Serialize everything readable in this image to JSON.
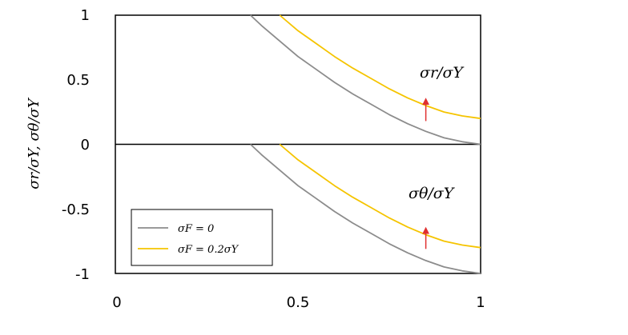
{
  "chart_data": {
    "type": "line",
    "xlim": [
      0,
      1
    ],
    "ylim": [
      -1,
      1
    ],
    "x_ticks": [
      "0",
      "0.5",
      "1"
    ],
    "y_ticks": [
      "1",
      "0.5",
      "0",
      "-0.5",
      "-1"
    ],
    "ylabel": "σr/σY, σθ/σY",
    "grid": false,
    "legend_position": "bottom-left",
    "colors": {
      "gray": "#8c8c8c",
      "yellow": "#f5c400",
      "arrow": "#e03030",
      "axis": "#000000"
    },
    "series": [
      {
        "name": "σF = 0",
        "color": "#8c8c8c",
        "group": "radial",
        "x": [
          0.37,
          0.4,
          0.45,
          0.5,
          0.55,
          0.6,
          0.65,
          0.7,
          0.75,
          0.8,
          0.85,
          0.9,
          0.95,
          1.0
        ],
        "y": [
          1.0,
          0.92,
          0.8,
          0.68,
          0.58,
          0.48,
          0.39,
          0.31,
          0.23,
          0.16,
          0.1,
          0.05,
          0.02,
          0.0
        ]
      },
      {
        "name": "σF = 0.2σY",
        "color": "#f5c400",
        "group": "radial",
        "x": [
          0.45,
          0.5,
          0.55,
          0.6,
          0.65,
          0.7,
          0.75,
          0.8,
          0.85,
          0.9,
          0.95,
          1.0
        ],
        "y": [
          1.0,
          0.88,
          0.78,
          0.68,
          0.59,
          0.51,
          0.43,
          0.36,
          0.3,
          0.25,
          0.22,
          0.2
        ]
      },
      {
        "name": "σF = 0",
        "color": "#8c8c8c",
        "group": "hoop",
        "x": [
          0.37,
          0.4,
          0.45,
          0.5,
          0.55,
          0.6,
          0.65,
          0.7,
          0.75,
          0.8,
          0.85,
          0.9,
          0.95,
          1.0
        ],
        "y": [
          0.0,
          -0.08,
          -0.2,
          -0.32,
          -0.42,
          -0.52,
          -0.61,
          -0.69,
          -0.77,
          -0.84,
          -0.9,
          -0.95,
          -0.98,
          -1.0
        ]
      },
      {
        "name": "σF = 0.2σY",
        "color": "#f5c400",
        "group": "hoop",
        "x": [
          0.45,
          0.5,
          0.55,
          0.6,
          0.65,
          0.7,
          0.75,
          0.8,
          0.85,
          0.9,
          0.95,
          1.0
        ],
        "y": [
          0.0,
          -0.12,
          -0.22,
          -0.32,
          -0.41,
          -0.49,
          -0.57,
          -0.64,
          -0.7,
          -0.75,
          -0.78,
          -0.8
        ]
      }
    ],
    "annotations": [
      {
        "text": "σr/σY",
        "x": 0.82,
        "y": 0.55
      },
      {
        "text": "σθ/σY",
        "x": 0.79,
        "y": -0.38
      }
    ],
    "arrows": [
      {
        "x": 0.85,
        "y_from": 0.18,
        "y_to": 0.37
      },
      {
        "x": 0.85,
        "y_from": -0.81,
        "y_to": -0.63
      }
    ],
    "legend": [
      {
        "label": "σF = 0",
        "color": "#8c8c8c"
      },
      {
        "label": "σF = 0.2σY",
        "color": "#f5c400"
      }
    ]
  }
}
